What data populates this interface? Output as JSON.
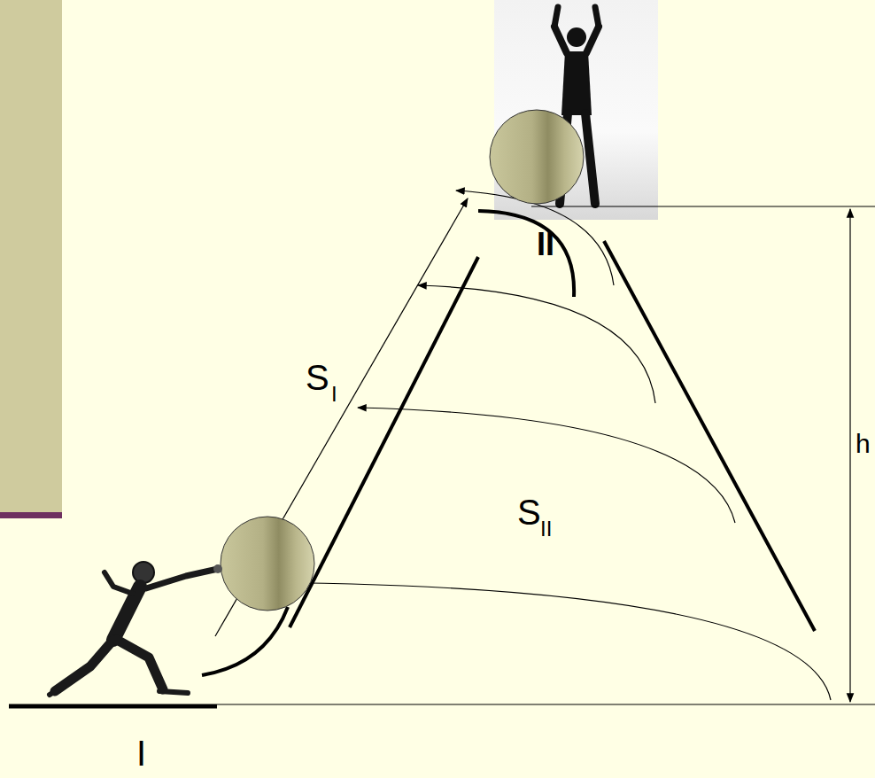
{
  "diagram": {
    "labels": [
      "S",
      "I",
      "S",
      "II",
      "II",
      "h",
      "I"
    ]
  }
}
